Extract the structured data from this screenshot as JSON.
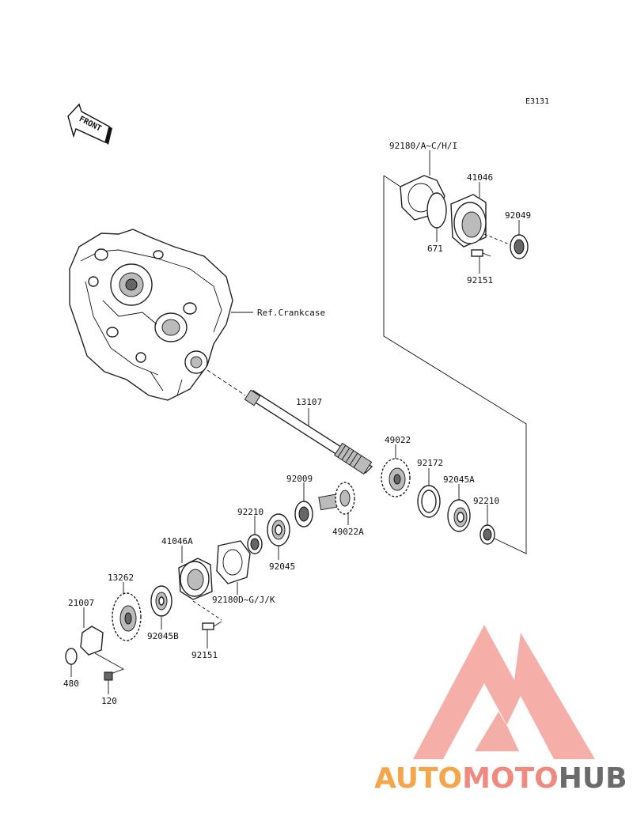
{
  "diagram_code": "E3131",
  "front_label": "FRONT",
  "crankcase_ref": "Ref.Crankcase",
  "parts": {
    "p92180_aci": "92180/A~C/H/I",
    "p41046": "41046",
    "p92049": "92049",
    "p671": "671",
    "p92151_top": "92151",
    "p13107": "13107",
    "p49022": "49022",
    "p92172": "92172",
    "p92009": "92009",
    "p92045A": "92045A",
    "p92210_right": "92210",
    "p92210_left": "92210",
    "p49022A": "49022A",
    "p92045": "92045",
    "p41046A": "41046A",
    "p13262": "13262",
    "p21007": "21007",
    "p92180_dk": "92180D~G/J/K",
    "p92045B": "92045B",
    "p92151_bottom": "92151",
    "p480": "480",
    "p120": "120"
  },
  "watermark": {
    "word1": "AUTO",
    "word2": "MOTO",
    "word3": "HUB",
    "color_orange": "#f5a54a",
    "color_red": "#f08a80",
    "color_gray": "#6b6b6b"
  }
}
